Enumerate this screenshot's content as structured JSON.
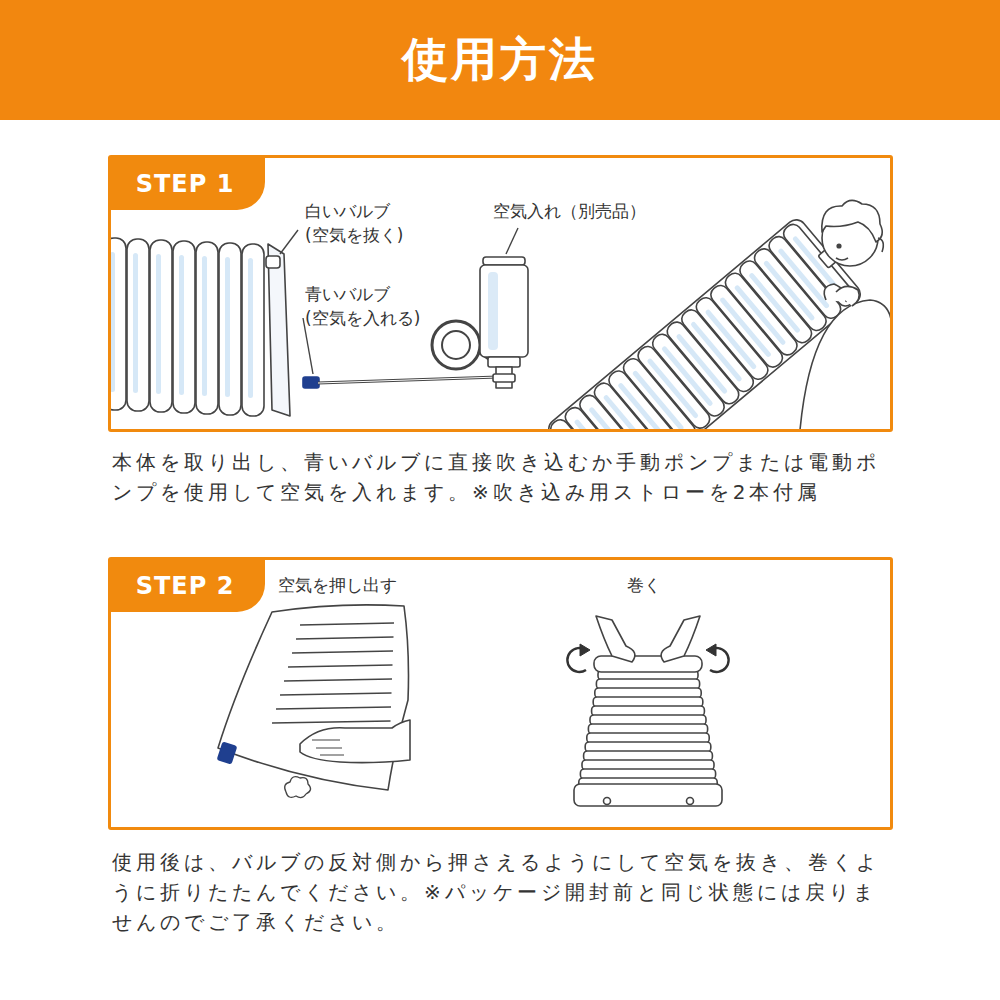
{
  "diagram": {
    "title": "使用方法",
    "nodes": [
      {
        "text": [
          "STEP 1"
        ]
      },
      {
        "text": [
          "STEP 2"
        ]
      }
    ],
    "labels": [
      "白いバルブ (空気を抜く)",
      "空気入れ（別売品）",
      "青いバルブ (空気を入れる)",
      "本体を取り出し、青いバルブに直接吹き込むか手動ポンプまたは電動ポンプを使用して空気を入れます。※吹き込み用ストローを2本付属",
      "空気を押し出す",
      "巻く",
      "使用後は、バルブの反対側から押さえるようにして空気を抜き、巻くように折りたたんでください。※パッケージ開封前と同じ状態には戻りませんのでご了承ください。"
    ]
  }
}
